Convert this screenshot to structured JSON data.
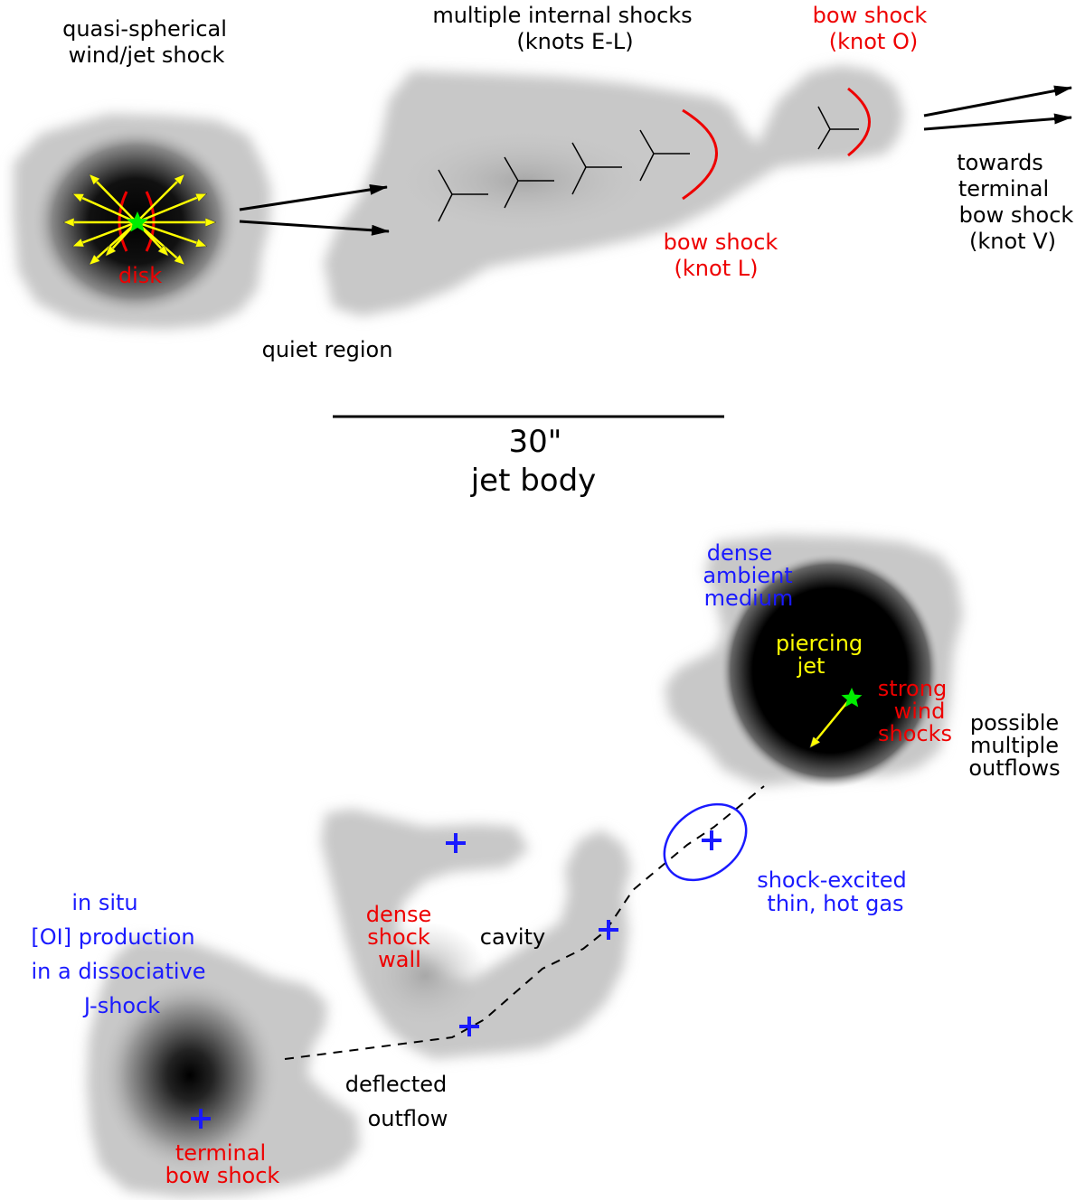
{
  "colors": {
    "label_black": "#000000",
    "label_red": "#ee0000",
    "label_blue": "#1a1aff",
    "label_yellow": "#ffff00",
    "shock_curve_red": "#ee0000",
    "star_green": "#00ee00",
    "arrow_yellow": "#ffff00",
    "marker_blue": "#1a1aff",
    "emission_gray": "#c8c8c8",
    "emission_core": "#000000"
  },
  "icons": {
    "source_star": "star-icon",
    "position_marker": "plus-icon"
  },
  "top_panel": {
    "wind_shock": {
      "line1": "quasi-spherical",
      "line2": "wind/jet shock"
    },
    "disk": "disk",
    "internal_shocks": {
      "line1": "multiple internal shocks",
      "line2": "(knots E-L)"
    },
    "bow_shock_o": {
      "line1": "bow shock",
      "line2": "(knot O)"
    },
    "bow_shock_l": {
      "line1": "bow shock",
      "line2": "(knot L)"
    },
    "terminal_direction": {
      "line1": "towards",
      "line2": "terminal",
      "line3": "bow shock",
      "line4": "(knot V)"
    },
    "quiet_region": "quiet region"
  },
  "scale": {
    "size": "30\"",
    "caption": "jet body"
  },
  "bottom_panel": {
    "ambient": {
      "line1": "dense",
      "line2": "ambient",
      "line3": "medium"
    },
    "piercing_jet": {
      "line1": "piercing",
      "line2": "jet"
    },
    "wind_shocks": {
      "line1": "strong",
      "line2": "wind",
      "line3": "shocks"
    },
    "multiple_outflows": {
      "line1": "possible",
      "line2": "multiple",
      "line3": "outflows"
    },
    "hot_gas": {
      "line1": "shock-excited",
      "line2": "thin, hot gas"
    },
    "cavity": "cavity",
    "shock_wall": {
      "line1": "dense",
      "line2": "shock",
      "line3": "wall"
    },
    "in_situ": {
      "line1": "in situ",
      "line2": "[OI] production",
      "line3": "in a dissociative",
      "line4": "J-shock"
    },
    "deflected": {
      "line1": "deflected",
      "line2": "outflow"
    },
    "terminal": {
      "line1": "terminal",
      "line2": "bow shock"
    }
  }
}
